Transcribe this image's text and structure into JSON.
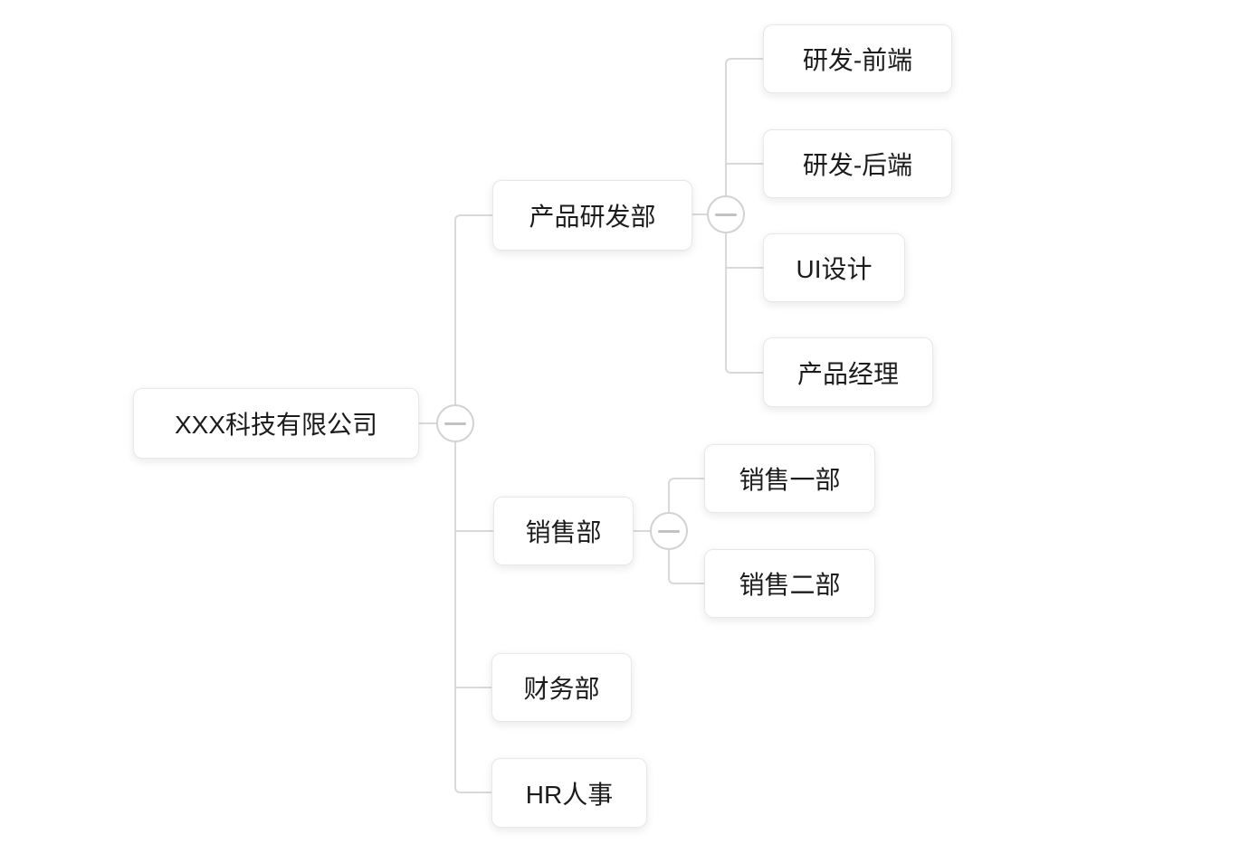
{
  "diagram": {
    "type": "org-chart-mindmap",
    "colors": {
      "background": "#ffffff",
      "connector": "#d9d9d9",
      "node_background": "#ffffff",
      "node_border": "#e7e7e7",
      "node_text": "#1c1c1c",
      "collapse_circle_border": "#d2d2d2",
      "collapse_minus": "#c2c2c2"
    },
    "icons": {
      "collapse": "minus-icon"
    },
    "collapse_buttons": [
      {
        "node": "XXX科技有限公司",
        "state": "expanded"
      },
      {
        "node": "产品研发部",
        "state": "expanded"
      },
      {
        "node": "销售部",
        "state": "expanded"
      }
    ],
    "tree": {
      "label": "XXX科技有限公司",
      "children": [
        {
          "label": "产品研发部",
          "children": [
            {
              "label": "研发-前端"
            },
            {
              "label": "研发-后端"
            },
            {
              "label": "UI设计"
            },
            {
              "label": "产品经理"
            }
          ]
        },
        {
          "label": "销售部",
          "children": [
            {
              "label": "销售一部"
            },
            {
              "label": "销售二部"
            }
          ]
        },
        {
          "label": "财务部"
        },
        {
          "label": "HR人事"
        }
      ]
    }
  }
}
